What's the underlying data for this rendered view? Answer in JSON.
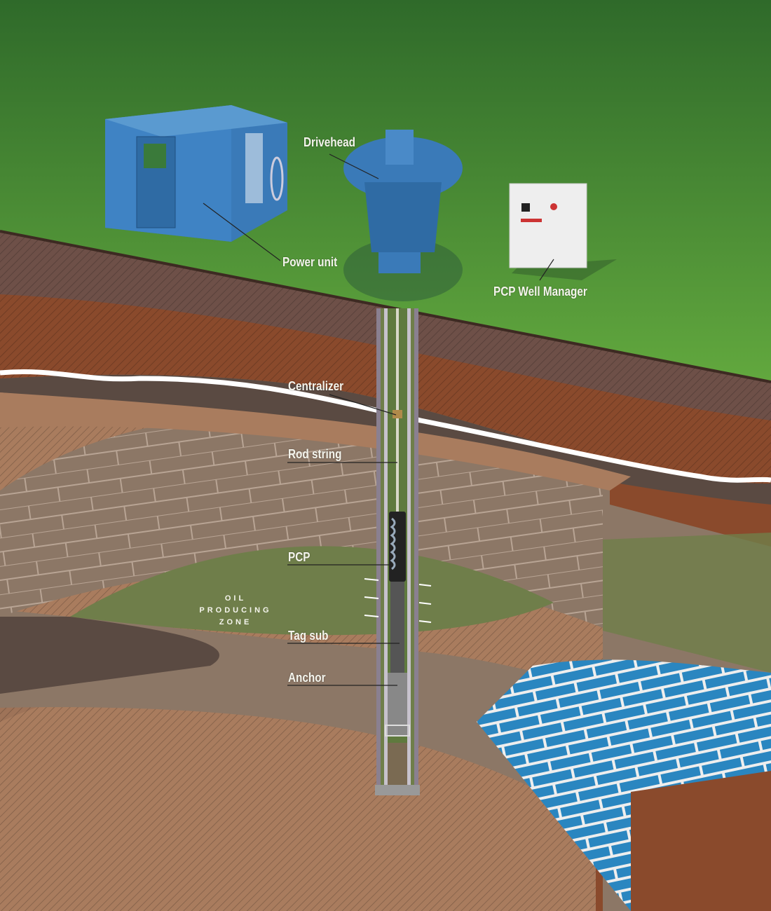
{
  "labels": {
    "drivehead": "Drivehead",
    "power_unit": "Power unit",
    "well_manager": "PCP Well Manager",
    "centralizer": "Centralizer",
    "rod_string": "Rod string",
    "pcp": "PCP",
    "tag_sub": "Tag sub",
    "anchor": "Anchor"
  },
  "zone": {
    "line1": "OIL",
    "line2": "PRODUCING",
    "line3": "ZONE"
  },
  "colors": {
    "grass": "#4f8f3a",
    "soil_brown": "#8a4a2c",
    "soil_tan": "#a77e62",
    "rock_gray": "#8f7a68",
    "oil_zone": "#6f7e4a",
    "water": "#2a82b8",
    "equipment_blue": "#3a7ab8"
  }
}
